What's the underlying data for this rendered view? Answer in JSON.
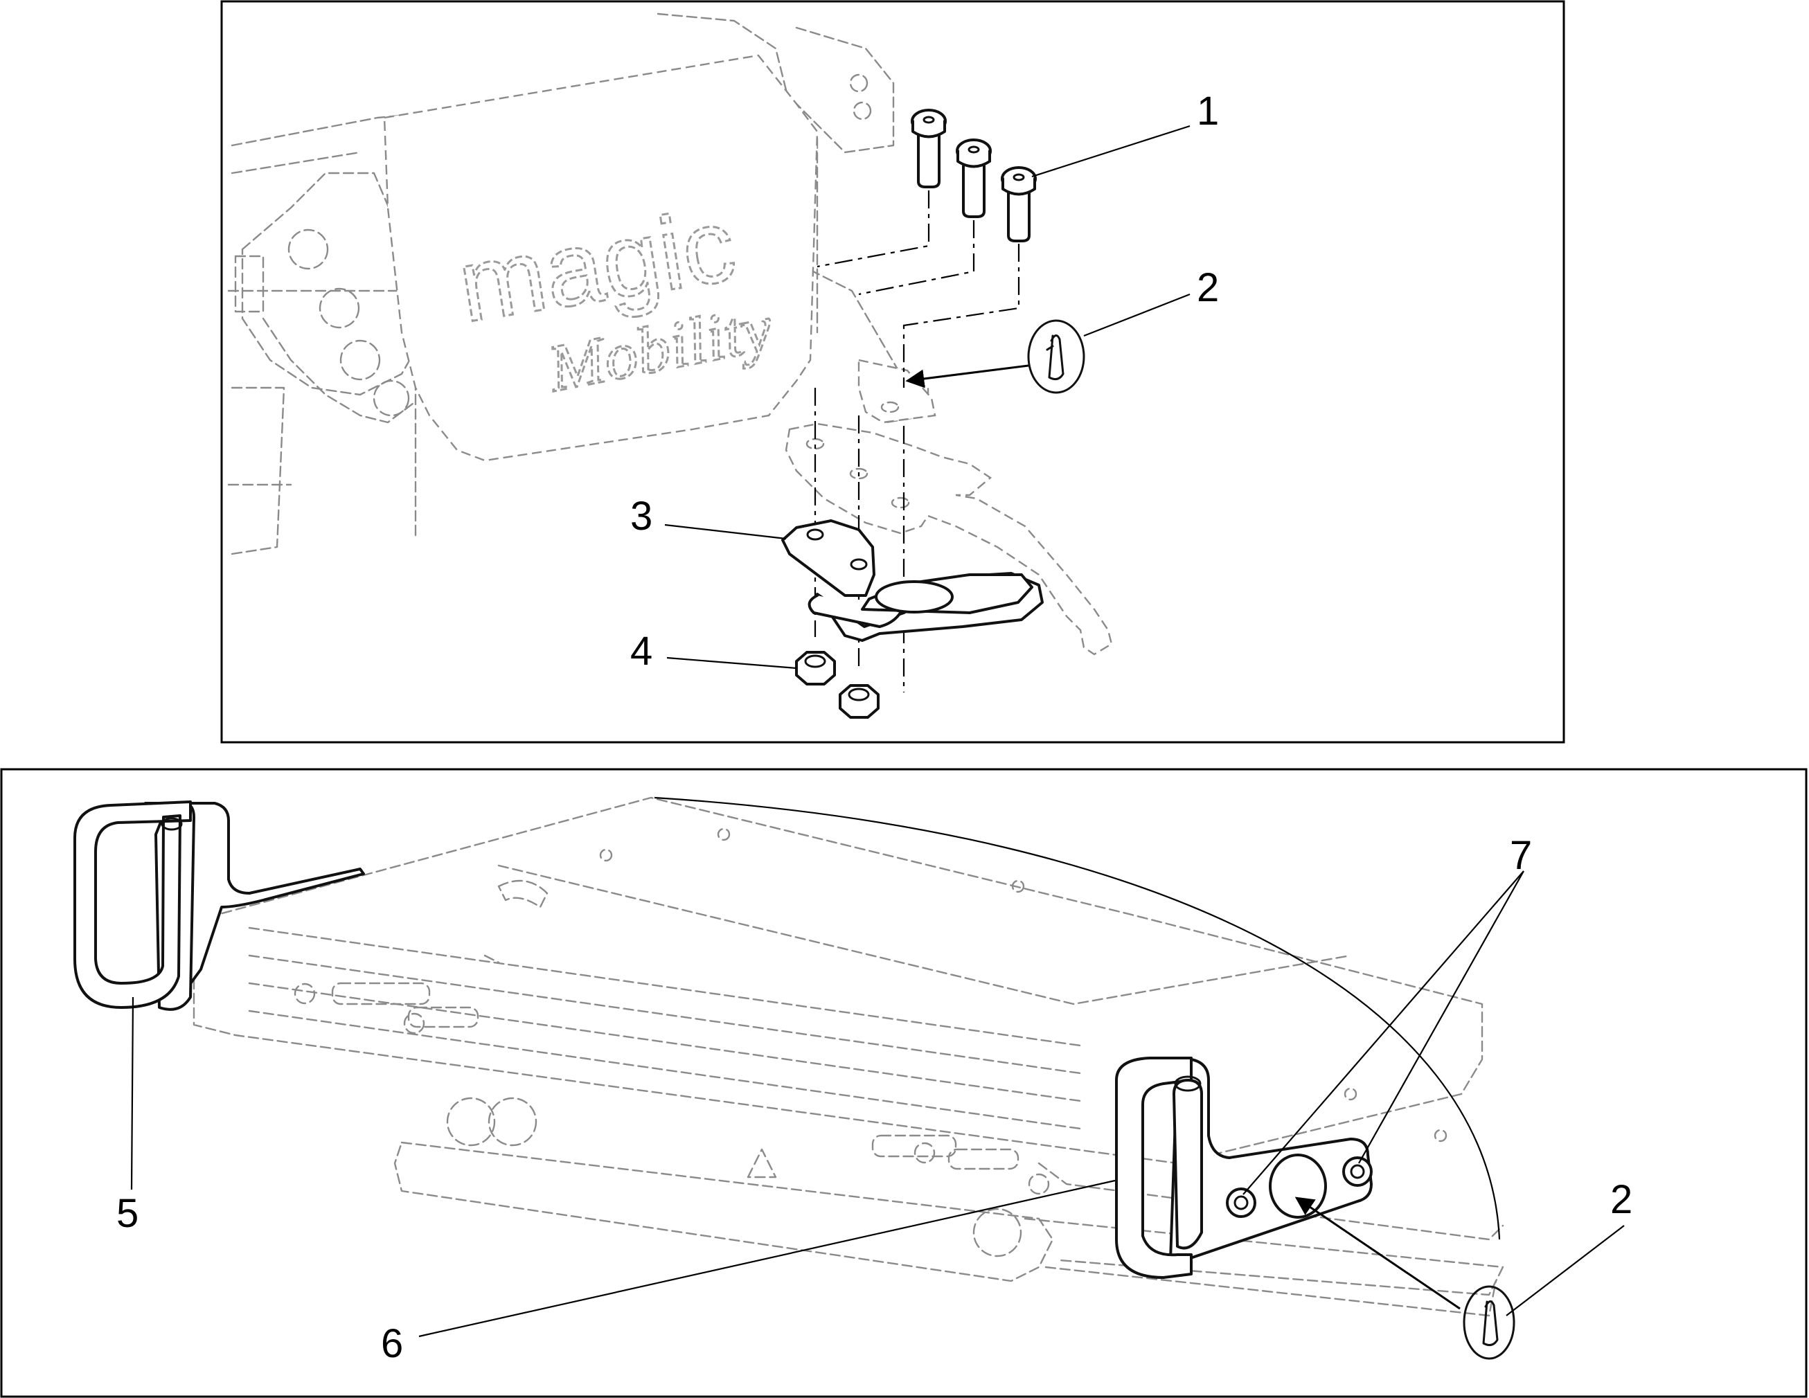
{
  "brand": {
    "word1": "magic",
    "word2": "Mobility"
  },
  "callouts": [
    {
      "id": "1",
      "label": "1"
    },
    {
      "id": "2",
      "label": "2"
    },
    {
      "id": "3",
      "label": "3"
    },
    {
      "id": "4",
      "label": "4"
    },
    {
      "id": "5",
      "label": "5"
    },
    {
      "id": "6",
      "label": "6"
    },
    {
      "id": "7",
      "label": "7"
    },
    {
      "id": "2b",
      "label": "2"
    }
  ]
}
